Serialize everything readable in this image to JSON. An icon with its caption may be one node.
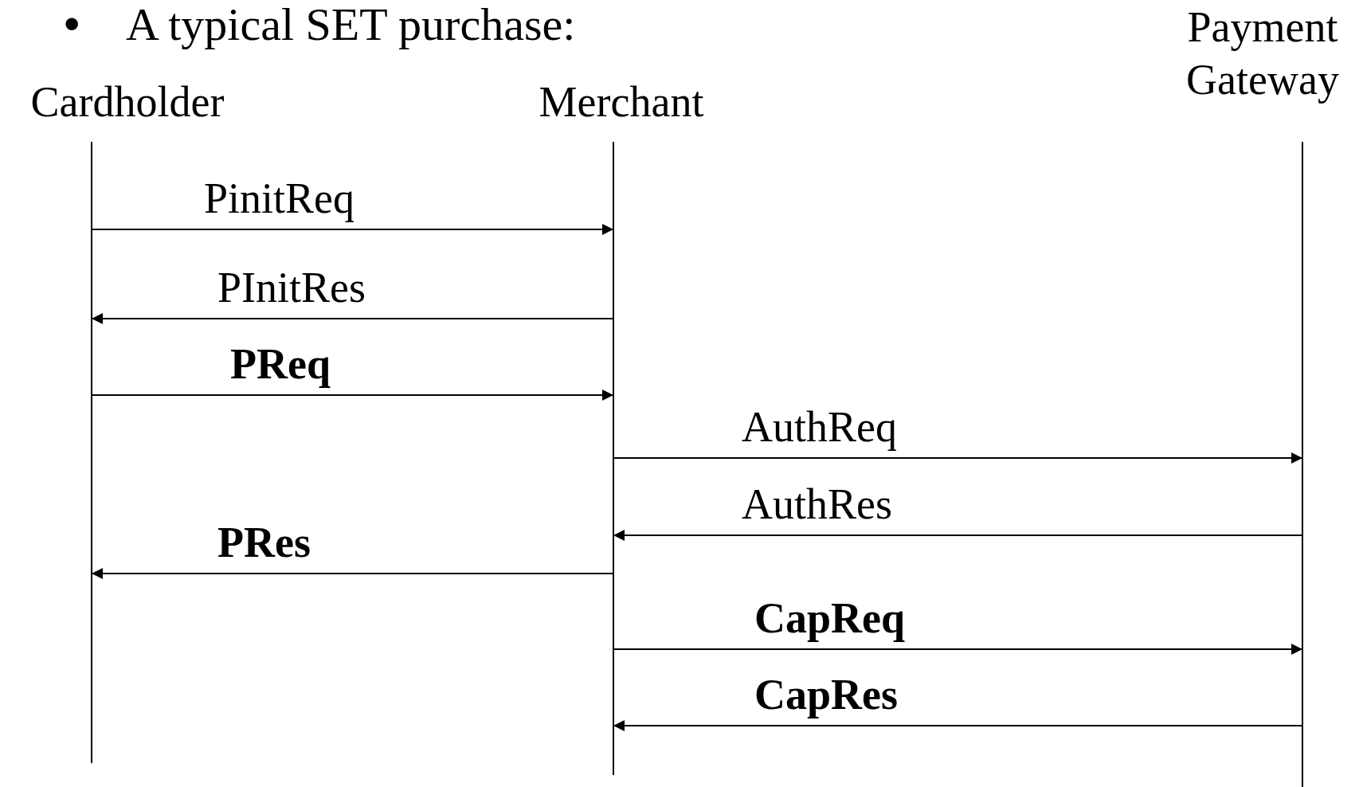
{
  "diagram": {
    "title": "A typical SET purchase:",
    "nodes": [
      {
        "text": [
          "Cardholder"
        ]
      },
      {
        "text": [
          "Merchant"
        ]
      },
      {
        "text": [
          "Payment Gateway"
        ]
      }
    ],
    "edges": [
      {
        "from": 0,
        "to": 1,
        "arrow": "to",
        "label": "PinitReq"
      },
      {
        "from": 1,
        "to": 0,
        "arrow": "to",
        "label": "PInitRes"
      },
      {
        "from": 0,
        "to": 1,
        "arrow": "to",
        "label": "PReq"
      },
      {
        "from": 1,
        "to": 2,
        "arrow": "to",
        "label": "AuthReq"
      },
      {
        "from": 2,
        "to": 1,
        "arrow": "to",
        "label": "AuthRes"
      },
      {
        "from": 1,
        "to": 0,
        "arrow": "to",
        "label": "PRes"
      },
      {
        "from": 1,
        "to": 2,
        "arrow": "to",
        "label": "CapReq"
      },
      {
        "from": 2,
        "to": 1,
        "arrow": "to",
        "label": "CapRes"
      }
    ],
    "labels": [
      "•"
    ]
  }
}
